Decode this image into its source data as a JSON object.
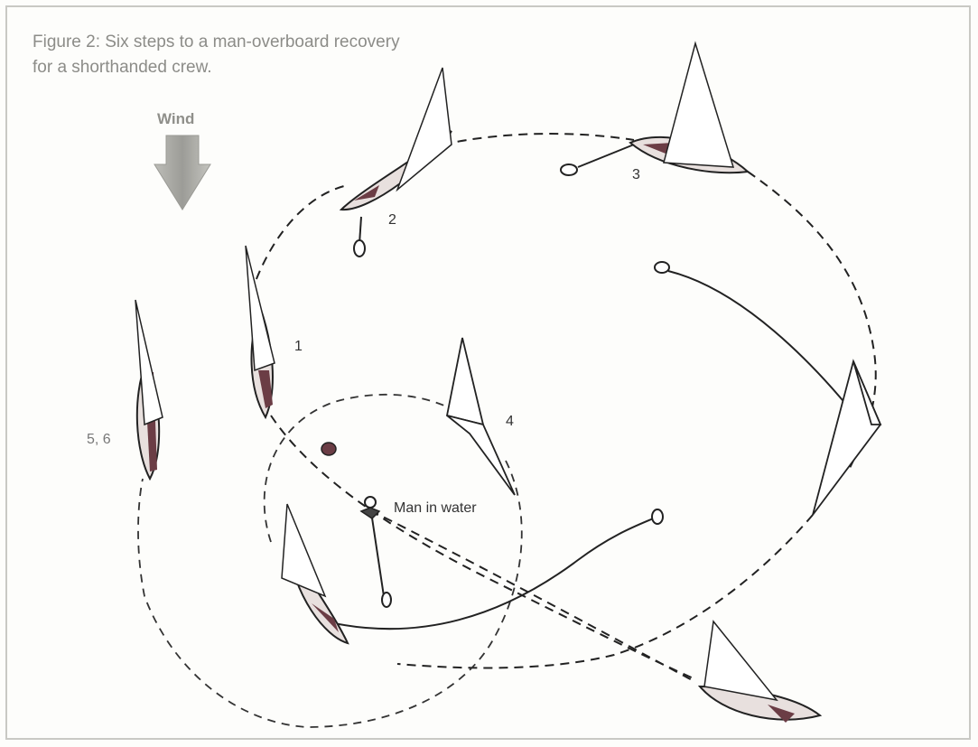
{
  "figure": {
    "caption_line1": "Figure 2: Six steps to a man-overboard recovery",
    "caption_line2": "for a shorthanded crew.",
    "wind_label": "Wind",
    "wind_icon": "down-arrow-icon"
  },
  "labels": {
    "step1": "1",
    "step2": "2",
    "step3": "3",
    "step4": "4",
    "step56": "5, 6",
    "man_in_water": "Man in water"
  },
  "colors": {
    "caption": "#8c8c88",
    "wind_arrow": "#a8a8a3",
    "hull_accent": "#6b3d45"
  }
}
